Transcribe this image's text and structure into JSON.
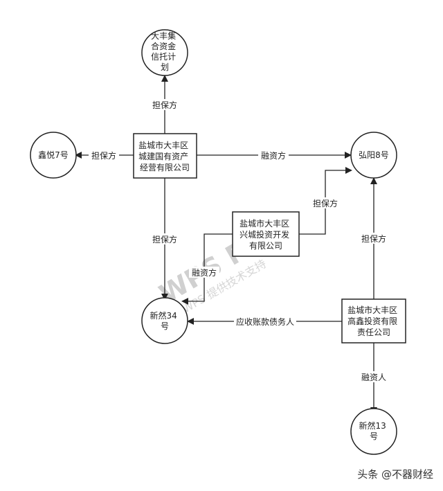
{
  "nodes": {
    "n_top": {
      "lines": [
        "大丰集",
        "合资金",
        "信托计",
        "划"
      ]
    },
    "n_xinyue": {
      "lines": [
        "鑫悦7号"
      ]
    },
    "n_chengjian": {
      "lines": [
        "盐城市大丰区",
        "城建国有资产",
        "经营有限公司"
      ]
    },
    "n_hongyang": {
      "lines": [
        "弘阳8号"
      ]
    },
    "n_xingcheng": {
      "lines": [
        "盐城市大丰区",
        "兴城投资开发",
        "有限公司"
      ]
    },
    "n_xinran34": {
      "lines": [
        "新然34",
        "号"
      ]
    },
    "n_gaoxin": {
      "lines": [
        "盐城市大丰区",
        "高鑫投资有限",
        "责任公司"
      ]
    },
    "n_xinran13": {
      "lines": [
        "新然13",
        "号"
      ]
    }
  },
  "edges": {
    "e1": "担保方",
    "e2": "担保方",
    "e3": "融资方",
    "e4": "担保方",
    "e5": "担保方",
    "e6": "融资方",
    "e7": "担保方",
    "e8": "应收账款债务人",
    "e9": "融资人"
  },
  "watermark": {
    "main": "WPS Flow",
    "sub": "WPS 提供技术支持"
  },
  "footer": "头条 @不器财经"
}
